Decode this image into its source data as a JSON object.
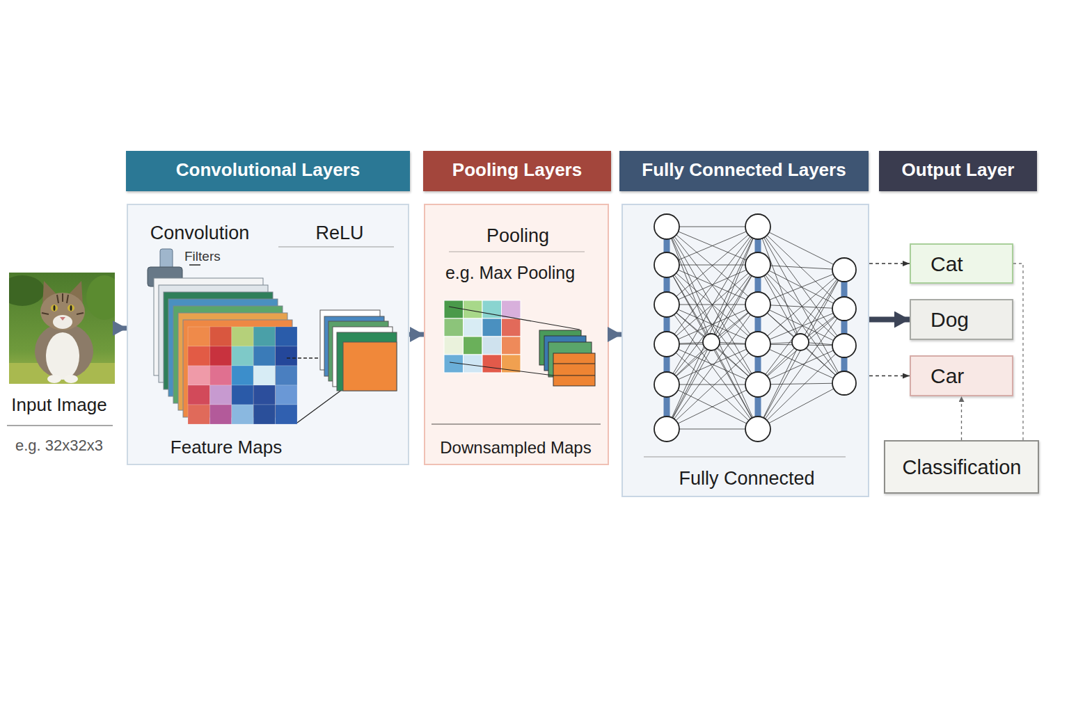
{
  "diagram": {
    "nodes": [
      {
        "text": [
          "Convolutional Layers"
        ]
      },
      {
        "text": [
          "Pooling Layers"
        ]
      },
      {
        "text": [
          "Fully Connected Layers"
        ]
      },
      {
        "text": [
          "Output Layer"
        ]
      },
      {
        "text": [
          "Input Image",
          "e.g. 32x32x3"
        ]
      },
      {
        "text": [
          "Convolution",
          "ReLU",
          "Filters",
          "Feature Maps"
        ]
      },
      {
        "text": [
          "Pooling",
          "e.g. Max Pooling",
          "Downsampled Maps"
        ]
      },
      {
        "text": [
          "Fully Connected"
        ]
      },
      {
        "text": [
          "Cat"
        ]
      },
      {
        "text": [
          "Dog"
        ]
      },
      {
        "text": [
          "Car"
        ]
      },
      {
        "text": [
          "Classification"
        ]
      }
    ],
    "edges": [
      {
        "from": 4,
        "to": 5,
        "arrow": "to"
      },
      {
        "from": 5,
        "to": 6,
        "arrow": "to"
      },
      {
        "from": 6,
        "to": 7,
        "arrow": "to"
      },
      {
        "from": 7,
        "to": 8,
        "arrow": "to"
      },
      {
        "from": 7,
        "to": 9,
        "arrow": "to"
      },
      {
        "from": 7,
        "to": 10,
        "arrow": "to"
      },
      {
        "from": 11,
        "to": 10,
        "arrow": "to"
      },
      {
        "from": 8,
        "to": 11,
        "arrow": "none"
      }
    ]
  }
}
